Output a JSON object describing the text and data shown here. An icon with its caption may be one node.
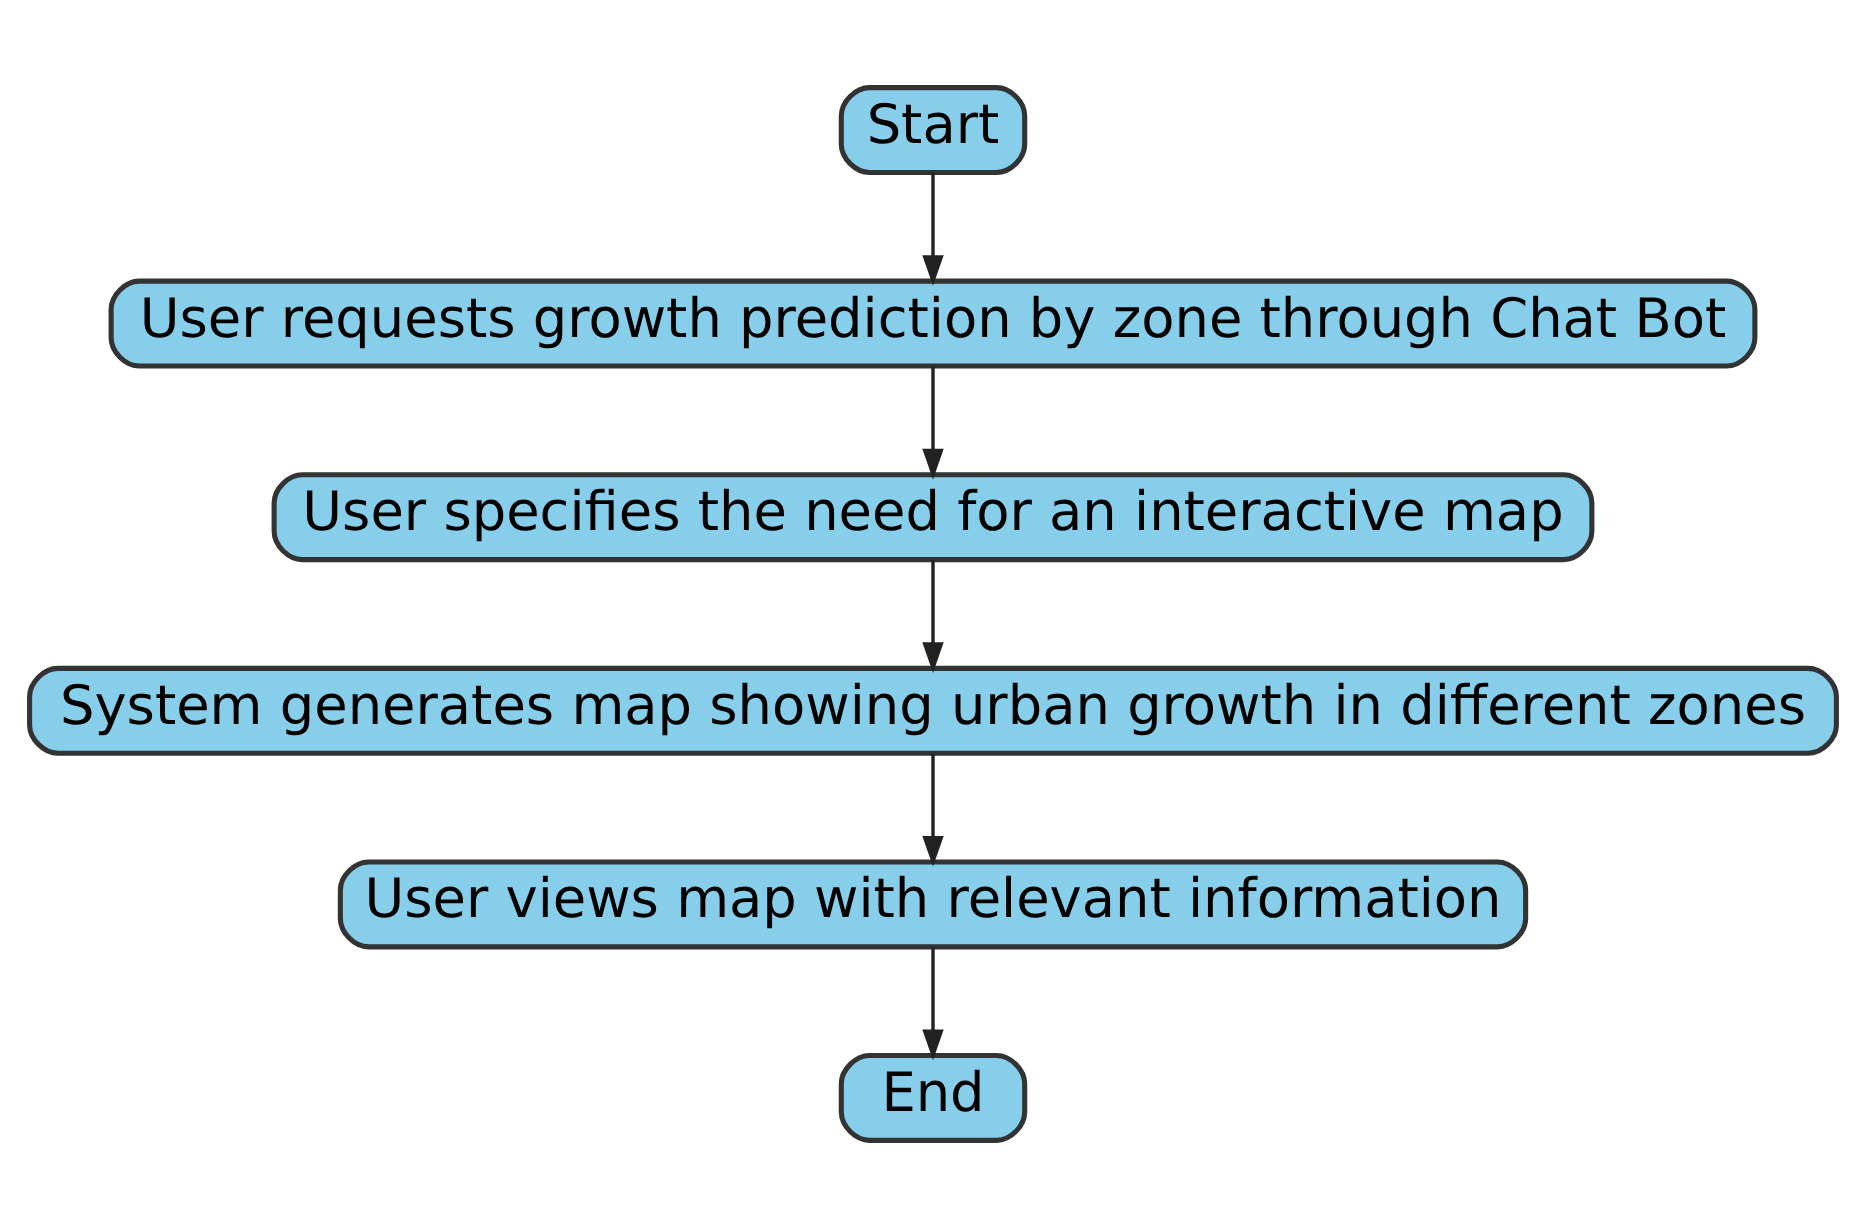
{
  "diagram": {
    "nodes": [
      {
        "text": [
          "Start"
        ]
      },
      {
        "text": [
          "User requests growth prediction by zone through Chat Bot"
        ]
      },
      {
        "text": [
          "User specifies the need for an interactive map"
        ]
      },
      {
        "text": [
          "System generates map showing urban growth in different zones"
        ]
      },
      {
        "text": [
          "User views map with relevant information"
        ]
      },
      {
        "text": [
          "End"
        ]
      }
    ],
    "edges": [
      {
        "from": 0,
        "to": 1,
        "arrow": "to"
      },
      {
        "from": 1,
        "to": 2,
        "arrow": "to"
      },
      {
        "from": 2,
        "to": 3,
        "arrow": "to"
      },
      {
        "from": 3,
        "to": 4,
        "arrow": "to"
      },
      {
        "from": 4,
        "to": 5,
        "arrow": "to"
      }
    ]
  }
}
